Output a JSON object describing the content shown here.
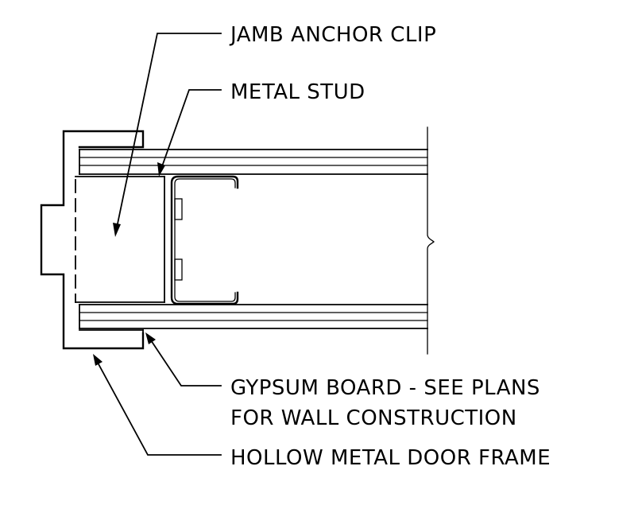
{
  "labels": {
    "jamb_anchor_clip": "JAMB ANCHOR CLIP",
    "metal_stud": "METAL STUD",
    "gypsum_board_line1": "GYPSUM BOARD - SEE PLANS",
    "gypsum_board_line2": "FOR WALL  CONSTRUCTION",
    "hollow_metal_door_frame": "HOLLOW METAL DOOR FRAME"
  },
  "colors": {
    "line": "#000000",
    "background": "#ffffff"
  }
}
